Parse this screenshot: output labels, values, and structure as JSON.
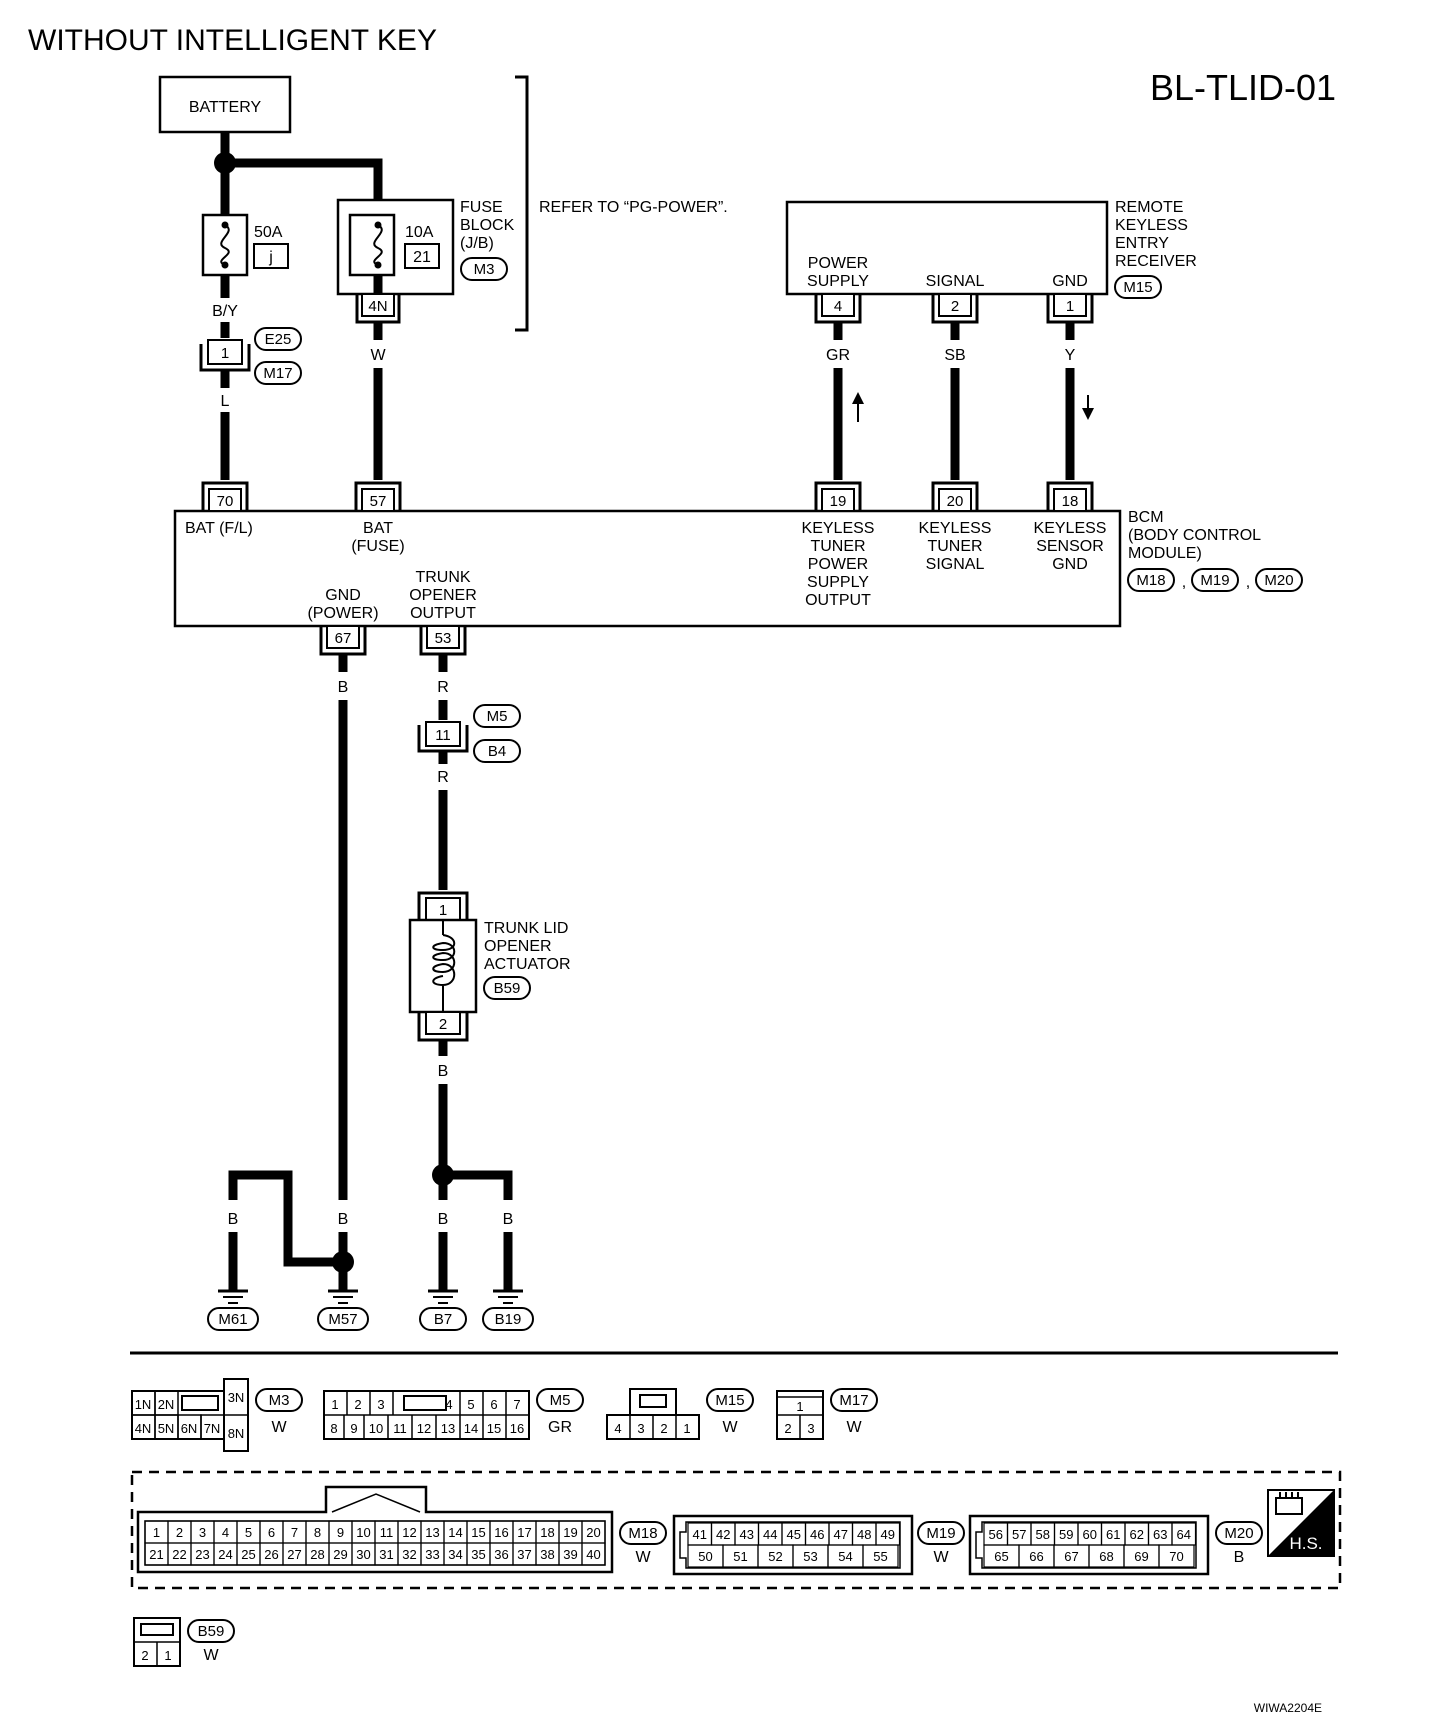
{
  "header": {
    "title": "WITHOUT INTELLIGENT KEY",
    "code": "BL-TLID-01"
  },
  "battery": {
    "label": "BATTERY"
  },
  "fuse_main": {
    "rating": "50A",
    "ref": "j",
    "wire_color": "B/Y"
  },
  "fuse_block": {
    "rating": "10A",
    "ref": "21",
    "label_lines": [
      "FUSE",
      "BLOCK",
      "(J/B)"
    ],
    "connector": "M3",
    "pin": "4N",
    "wire_color": "W",
    "refer_text": "REFER TO “PG-POWER”."
  },
  "joint_connector": {
    "pin": "1",
    "connectors": [
      "E25",
      "M17"
    ],
    "wire_color": "L"
  },
  "receiver": {
    "label_lines": [
      "REMOTE",
      "KEYLESS",
      "ENTRY",
      "RECEIVER"
    ],
    "connector": "M15",
    "terminals": [
      {
        "name_lines": [
          "POWER",
          "SUPPLY"
        ],
        "pin": "4",
        "wire_color": "GR"
      },
      {
        "name_lines": [
          "SIGNAL"
        ],
        "pin": "2",
        "wire_color": "SB"
      },
      {
        "name_lines": [
          "GND"
        ],
        "pin": "1",
        "wire_color": "Y"
      }
    ]
  },
  "bcm": {
    "label_lines": [
      "BCM",
      "(BODY CONTROL",
      "MODULE)"
    ],
    "connectors": [
      "M18",
      "M19",
      "M20"
    ],
    "separator": ",",
    "top_terminals": [
      {
        "pin": "70",
        "name_lines": [
          "BAT (F/L)"
        ]
      },
      {
        "pin": "57",
        "name_lines": [
          "BAT",
          "(FUSE)"
        ]
      },
      {
        "pin": "19",
        "name_lines": [
          "KEYLESS",
          "TUNER",
          "POWER",
          "SUPPLY",
          "OUTPUT"
        ]
      },
      {
        "pin": "20",
        "name_lines": [
          "KEYLESS",
          "TUNER",
          "SIGNAL"
        ]
      },
      {
        "pin": "18",
        "name_lines": [
          "KEYLESS",
          "SENSOR",
          "GND"
        ]
      }
    ],
    "bottom_terminals": [
      {
        "pin": "67",
        "name_lines": [
          "GND",
          "(POWER)"
        ],
        "wire_color": "B"
      },
      {
        "pin": "53",
        "name_lines": [
          "TRUNK",
          "OPENER",
          "OUTPUT"
        ],
        "wire_color": "R"
      }
    ]
  },
  "inline_connector": {
    "pin": "11",
    "connectors": [
      "M5",
      "B4"
    ],
    "wire_color": "R"
  },
  "actuator": {
    "label_lines": [
      "TRUNK LID",
      "OPENER",
      "ACTUATOR"
    ],
    "connector": "B59",
    "pin_top": "1",
    "pin_bottom": "2",
    "wire_color": "B"
  },
  "grounds": {
    "wire_color": "B",
    "points": [
      "M61",
      "M57",
      "B7",
      "B19"
    ]
  },
  "connector_views": {
    "m3": {
      "id": "M3",
      "color": "W",
      "row1": [
        "1N",
        "2N"
      ],
      "row2": [
        "4N",
        "5N",
        "6N",
        "7N"
      ],
      "side": [
        "3N",
        "8N"
      ]
    },
    "m5": {
      "id": "M5",
      "color": "GR",
      "row1": [
        "1",
        "2",
        "3",
        "4",
        "5",
        "6",
        "7"
      ],
      "row2": [
        "8",
        "9",
        "10",
        "11",
        "12",
        "13",
        "14",
        "15",
        "16"
      ]
    },
    "m15": {
      "id": "M15",
      "color": "W",
      "row": [
        "4",
        "3",
        "2",
        "1"
      ]
    },
    "m17": {
      "id": "M17",
      "color": "W",
      "top": "1",
      "row": [
        "2",
        "3"
      ]
    },
    "m18": {
      "id": "M18",
      "color": "W",
      "row1": [
        "1",
        "2",
        "3",
        "4",
        "5",
        "6",
        "7",
        "8",
        "9",
        "10",
        "11",
        "12",
        "13",
        "14",
        "15",
        "16",
        "17",
        "18",
        "19",
        "20"
      ],
      "row2": [
        "21",
        "22",
        "23",
        "24",
        "25",
        "26",
        "27",
        "28",
        "29",
        "30",
        "31",
        "32",
        "33",
        "34",
        "35",
        "36",
        "37",
        "38",
        "39",
        "40"
      ]
    },
    "m19": {
      "id": "M19",
      "color": "W",
      "row1": [
        "41",
        "42",
        "43",
        "44",
        "45",
        "46",
        "47",
        "48",
        "49"
      ],
      "row2": [
        "50",
        "51",
        "52",
        "53",
        "54",
        "55"
      ]
    },
    "m20": {
      "id": "M20",
      "color": "B",
      "row1": [
        "56",
        "57",
        "58",
        "59",
        "60",
        "61",
        "62",
        "63",
        "64"
      ],
      "row2": [
        "65",
        "66",
        "67",
        "68",
        "69",
        "70"
      ]
    },
    "b59": {
      "id": "B59",
      "color": "W",
      "row": [
        "2",
        "1"
      ]
    },
    "hs_label": "H.S."
  },
  "footer": {
    "figure_code": "WIWA2204E"
  }
}
